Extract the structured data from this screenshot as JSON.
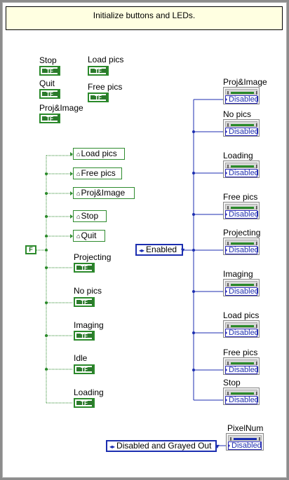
{
  "comment": "Initialize buttons and LEDs.",
  "tf_glyph": "TF",
  "top_controls": [
    {
      "label": "Stop"
    },
    {
      "label": "Quit"
    },
    {
      "label": "Proj&Image"
    },
    {
      "label": "Load pics"
    },
    {
      "label": "Free pics"
    }
  ],
  "left_nodes": [
    {
      "label": "Load pics"
    },
    {
      "label": "Free pics"
    },
    {
      "label": "Proj&Image"
    },
    {
      "label": "Stop"
    },
    {
      "label": "Quit"
    }
  ],
  "left_indicators": [
    {
      "label": "Projecting"
    },
    {
      "label": "No pics"
    },
    {
      "label": "Imaging"
    },
    {
      "label": "Idle"
    },
    {
      "label": "Loading"
    }
  ],
  "false_constant": "F",
  "enum_enabled": "Enabled",
  "disabled_value": "Disabled",
  "right_nodes": [
    {
      "label": "Proj&Image"
    },
    {
      "label": "No pics"
    },
    {
      "label": "Loading"
    },
    {
      "label": "Free pics"
    },
    {
      "label": "Projecting"
    },
    {
      "label": "Imaging"
    },
    {
      "label": "Load pics"
    },
    {
      "label": "Free pics"
    },
    {
      "label": "Stop"
    }
  ],
  "enum_disabled_grayed": "Disabled and Grayed Out",
  "pixelnum": {
    "label": "PixelNum"
  },
  "colors": {
    "boolean_wire": "#2b8a2b",
    "enum_wire": "#1c2eb0",
    "comment_bg": "#ffffe1"
  }
}
